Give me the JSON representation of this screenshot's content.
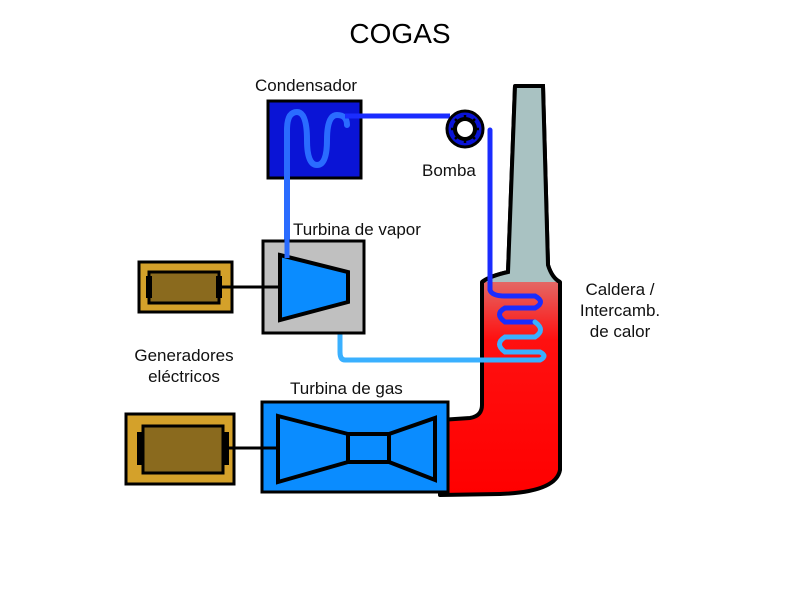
{
  "title": "COGAS",
  "labels": {
    "condenser": "Condensador",
    "pump": "Bomba",
    "steam_turbine": "Turbina de vapor",
    "generators_line1": "Generadores",
    "generators_line2": "eléctricos",
    "gas_turbine": "Turbina de gas",
    "boiler_line1": "Caldera /",
    "boiler_line2": "Intercamb.",
    "boiler_line3": "de calor"
  },
  "colors": {
    "condenser_fill": "#0a14d6",
    "pipe_dark_blue": "#1a2cff",
    "pipe_light_blue": "#3ab0ff",
    "turbine_blue": "#0a8cff",
    "steam_turbine_housing": "#c0c0c0",
    "generator_outer": "#d4a12a",
    "generator_inner": "#8a6a1e",
    "hot_gas": "#ff0000",
    "chimney": "#a9c2c2"
  }
}
